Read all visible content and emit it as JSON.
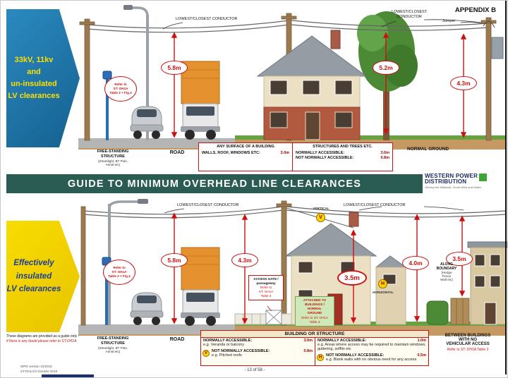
{
  "header": {
    "appendix": "APPENDIX B"
  },
  "banner": {
    "title": "GUIDE TO MINIMUM OVERHEAD LINE CLEARANCES",
    "logo_line1": "WESTERN POWER",
    "logo_line2": "DISTRIBUTION",
    "logo_tagline": "Serving the Midlands, South West and Wales"
  },
  "top": {
    "chevron_text": "33kV, 11kv\nand\nun-insulated\nLV clearances",
    "conductor1": "LOWEST/CLOSEST CONDUCTOR",
    "conductor2": "LOWEST/CLOSEST\nCONDUCTOR",
    "jumper": "Jumper",
    "refer_oval": "Refer to\nST: OH1A\nTable 2 + Fig 4",
    "m_road": "5.8m",
    "m_trees": "5.2m",
    "m_ground": "4.3m",
    "free_standing": "FREE-STANDING\nSTRUCTURE",
    "free_standing_sub": "(Streetlight, BT Pole,\nAerial etc)",
    "road": "ROAD",
    "normal_ground": "NORMAL GROUND",
    "table": {
      "col1_header": "ANY SURFACE OF A BUILDING",
      "col1_row1": "WALLS, ROOF, WINDOWS ETC:",
      "col1_row1_val": "3.0m",
      "col2_header": "STRUCTURES AND TREES ETC.",
      "col2_row1": "NORMALLY ACCESSIBLE:",
      "col2_row1_val": "3.0m",
      "col2_row2": "NOT NORMALLY ACCESSIBLE:",
      "col2_row2_val": "0.8m"
    }
  },
  "bottom": {
    "chevron_text": "Effectively\ninsulated\nLV clearances",
    "conductor1": "LOWEST/CLOSEST CONDUCTOR",
    "conductor2": "LOWEST/CLOSEST CONDUCTOR",
    "refer_oval": "Refer to\nST: OH1A\nTable 2 + Fig 4",
    "m_road": "5.8m",
    "m_gate": "4.3m",
    "m_attached": "3.5m",
    "m_boundary": "4.0m",
    "m_between": "3.5m",
    "v": "V",
    "h": "H",
    "vertical": "VERTICAL",
    "horizontal": "HORIZONTAL",
    "access_gate_main": "ACCESS GATE /\npassageway",
    "access_gate_ref": "Refer to\nST: OH1A\nTable 3",
    "attached_main": "ATTACHED TO\nBUILDINGS /\nNORMAL\nGROUND",
    "attached_ref": "Refer to ST: OH1A\nTable 3",
    "along_main": "ALONG\nBOUNDARY",
    "along_sub": "(Hedge\nFence\nWall etc)",
    "between_main": "BETWEEN BUILDINGS\nWITH NO\nVEHICULAR ACCESS",
    "between_ref": "Refer to ST: OH1A Table 3",
    "free_standing": "FREE-STANDING\nSTRUCTURE",
    "free_standing_sub": "(Streetlight, BT Pole,\nAerial etc)",
    "road": "ROAD",
    "table": {
      "header": "BUILDING OR STRUCTURE",
      "c1r1": "NORMALLY ACCESSIBLE:",
      "c1r1_val": "3.0m",
      "c1r1_eg": "e.g. Veranda or balcony",
      "c1r2": "NOT NORMALLY ACCESSIBLE:",
      "c1r2_val": "0.8m",
      "c1r2_eg": "e.g. Pitched roofs",
      "c2r1": "NORMALLY ACCESSIBLE:",
      "c2r1_val": "1.0m",
      "c2r1_eg": "e.g. Areas where access may be required to maintain windows, guttering, soffits etc",
      "c2r2": "NOT NORMALLY ACCESSIBLE:",
      "c2r2_val": "0.5m",
      "c2r2_eg": "e.g. Blank walls with no obvious need for any access"
    },
    "note_black": "These diagrams are provided as a guide only -",
    "note_red": "if there is any doubt please refer to ST:OH1A"
  },
  "footer": {
    "version": "WPD version 10/2019",
    "doc": "ST:OH1A/4   October 2019",
    "page": "- 13 of 58 -"
  }
}
